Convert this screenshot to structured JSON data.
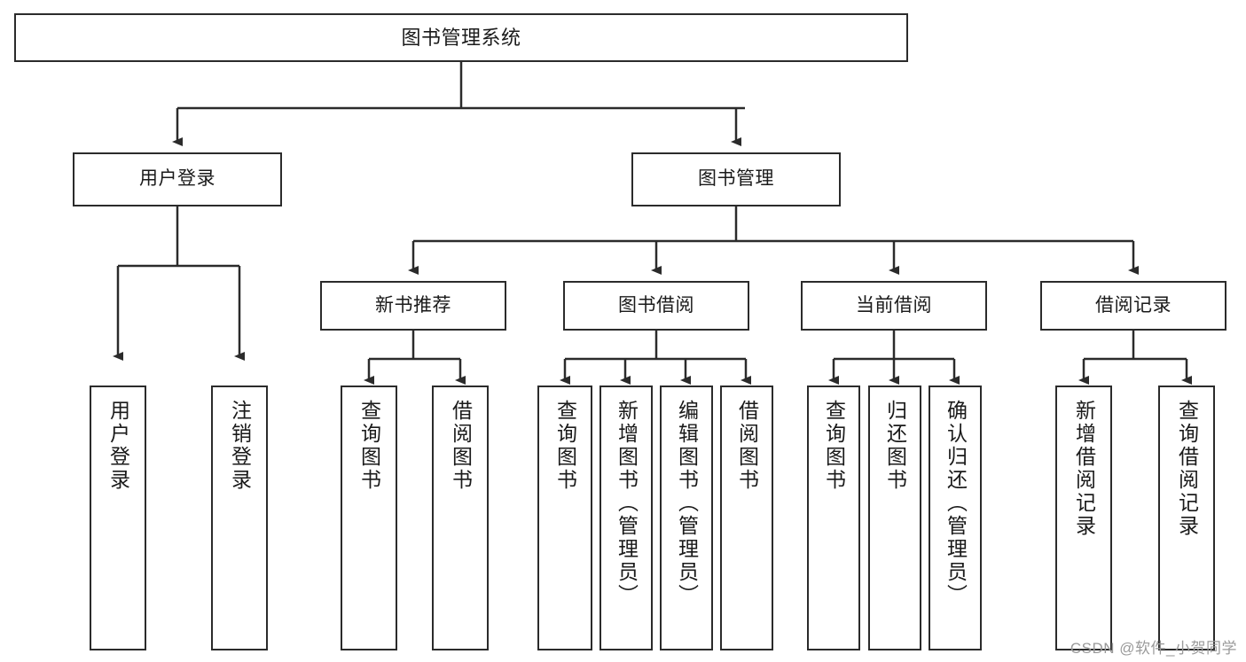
{
  "diagram": {
    "title": "图书管理系统",
    "type": "functional-decomposition-tree",
    "root": {
      "id": "root",
      "label": "图书管理系统"
    },
    "level1": [
      {
        "id": "user-login",
        "label": "用户登录"
      },
      {
        "id": "book-management",
        "label": "图书管理"
      }
    ],
    "level2": [
      {
        "id": "new-book-recommend",
        "label": "新书推荐"
      },
      {
        "id": "book-borrow",
        "label": "图书借阅"
      },
      {
        "id": "current-borrow",
        "label": "当前借阅"
      },
      {
        "id": "borrow-record",
        "label": "借阅记录"
      }
    ],
    "leaves": {
      "user_login": [
        {
          "id": "leaf-user-login",
          "label": "用户登录"
        },
        {
          "id": "leaf-logout",
          "label": "注销登录"
        }
      ],
      "new_book_recommend": [
        {
          "id": "leaf-query-book-1",
          "label": "查询图书"
        },
        {
          "id": "leaf-borrow-book-1",
          "label": "借阅图书"
        }
      ],
      "book_borrow": [
        {
          "id": "leaf-query-book-2",
          "label": "查询图书"
        },
        {
          "id": "leaf-add-book",
          "label": "新增图书（管理员）"
        },
        {
          "id": "leaf-edit-book",
          "label": "编辑图书（管理员）"
        },
        {
          "id": "leaf-borrow-book-2",
          "label": "借阅图书"
        }
      ],
      "current_borrow": [
        {
          "id": "leaf-query-book-3",
          "label": "查询图书"
        },
        {
          "id": "leaf-return-book",
          "label": "归还图书"
        },
        {
          "id": "leaf-confirm-return",
          "label": "确认归还（管理员）"
        }
      ],
      "borrow_record": [
        {
          "id": "leaf-add-record",
          "label": "新增借阅记录"
        },
        {
          "id": "leaf-query-record",
          "label": "查询借阅记录"
        }
      ]
    }
  },
  "watermark": {
    "text": "CSDN @软件_小贺同学"
  },
  "colors": {
    "stroke": "#2b2b2b",
    "box_fill": "#ffffff",
    "text": "#1a1a1a",
    "watermark": "#9a9a9a",
    "background": "#ffffff"
  }
}
